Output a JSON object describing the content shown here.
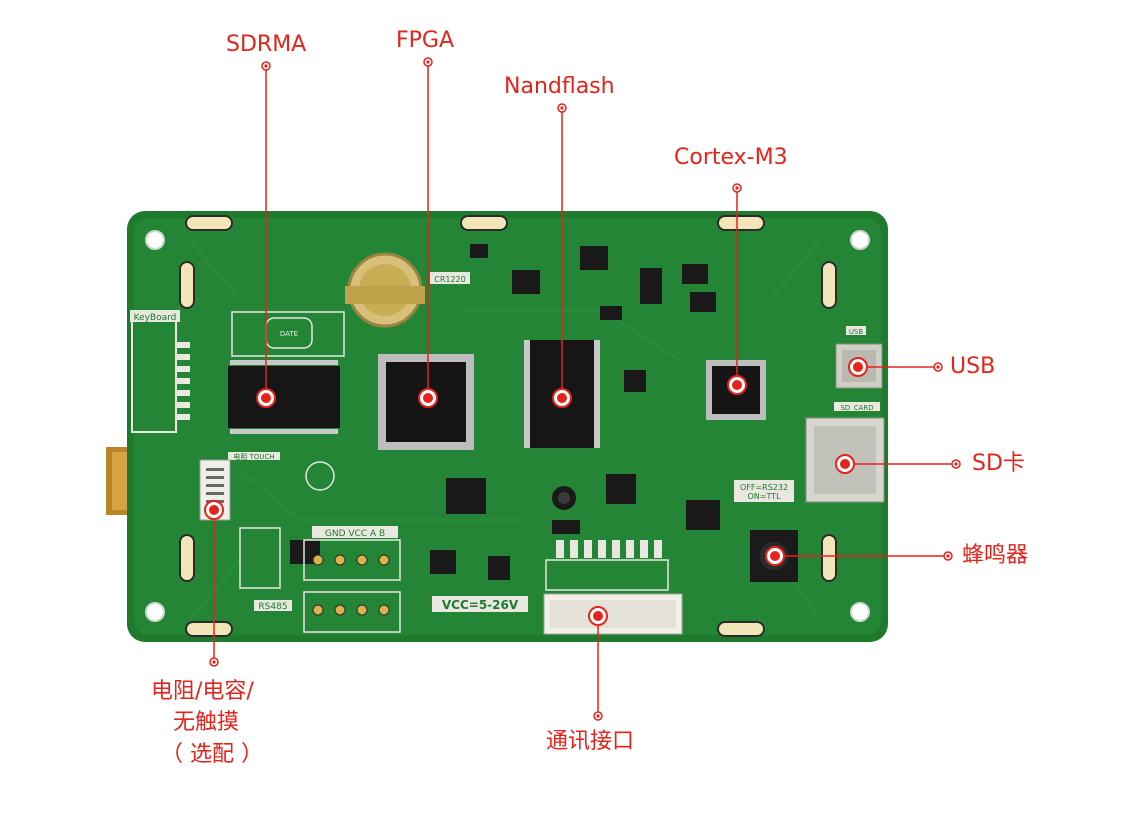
{
  "labels": {
    "sdram": "SDRMA",
    "fpga": "FPGA",
    "nandflash": "Nandflash",
    "cortex": "Cortex-M3",
    "usb": "USB",
    "sdcard": "SD卡",
    "buzzer": "蜂鸣器",
    "comm": "通讯接口",
    "touch_line1": "电阻/电容/",
    "touch_line2": "无触摸",
    "touch_line3": "（ 选配 ）"
  },
  "board": {
    "silkscreen": {
      "keyboard": "KeyBoard",
      "touch": "电阻 TOUCH",
      "usb": "USB",
      "sd_card": "SD_CARD",
      "rs232_line1": "OFF=RS232",
      "rs232_line2": "ON=TTL",
      "gnd_vcc": "GND VCC  A  B",
      "rs485": "RS485",
      "vcc_range": "VCC=5-26V",
      "battery": "CR1220",
      "date": "DATE"
    }
  },
  "colors": {
    "accent": "#e5231b",
    "pcb": "#1f7a2e",
    "pcb_dark": "#186524",
    "chip": "#1a1a1a",
    "connector": "#e8e8e0"
  }
}
